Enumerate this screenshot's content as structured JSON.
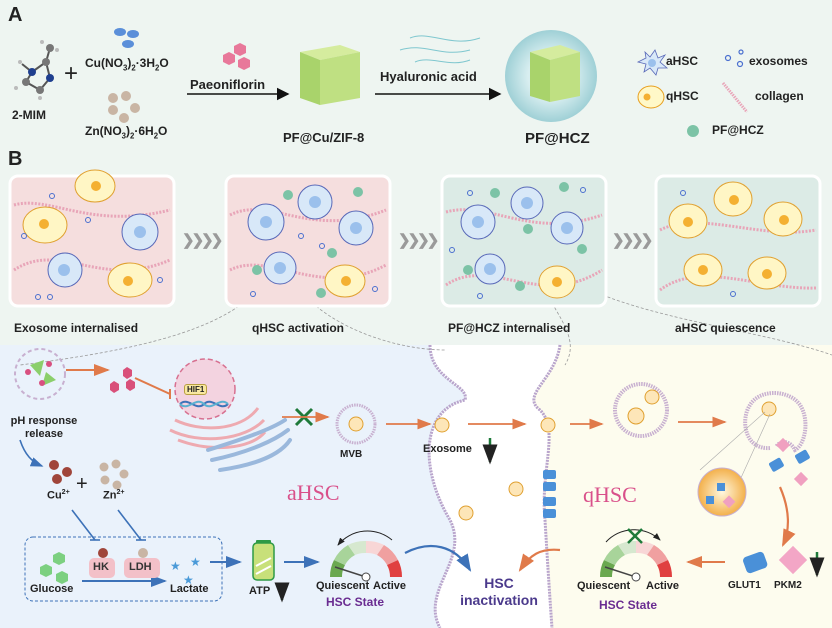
{
  "panel_a": {
    "label": "A",
    "reagents": {
      "mim": "2-MIM",
      "plus": "+",
      "cu_salt": {
        "base": "Cu(NO",
        "sub1": "3",
        "mid": ")",
        "sub2": "2",
        "tail": "·3H",
        "sub3": "2",
        "end": "O"
      },
      "zn_salt": {
        "base": "Zn(NO",
        "sub1": "3",
        "mid": ")",
        "sub2": "2",
        "tail": "·6H",
        "sub3": "2",
        "end": "O"
      }
    },
    "step1_label": "Paeoniflorin",
    "product1": "PF@Cu/ZIF-8",
    "step2_label": "Hyaluronic acid",
    "product2": "PF@HCZ",
    "legend": {
      "ahsc": "aHSC",
      "exosomes": "exosomes",
      "qhsc": "qHSC",
      "collagen": "collagen",
      "pfhcz": "PF@HCZ"
    }
  },
  "panel_b": {
    "label": "B",
    "stages": [
      {
        "caption": "Exosome internalised"
      },
      {
        "caption": "qHSC activation"
      },
      {
        "caption": "PF@HCZ internalised"
      },
      {
        "caption": "aHSC quiescence"
      }
    ],
    "arrow_glyph": "❯❯❯❯"
  },
  "mechanism": {
    "ph_release": [
      "pH response",
      "release"
    ],
    "hif1": "HIF1",
    "cu_ion": {
      "base": "Cu",
      "sup": "2+"
    },
    "zn_ion": {
      "base": "Zn",
      "sup": "2+"
    },
    "plus": "+",
    "hk": "HK",
    "ldh": "LDH",
    "glucose": "Glucose",
    "lactate": "Lactate",
    "atp": "ATP",
    "mvb": "MVB",
    "exosome": "Exosome",
    "ahsc_cell": "aHSC",
    "qhsc_cell": "qHSC",
    "gauge_left": {
      "quiescent": "Quiescent",
      "active": "Active",
      "title": "HSC State"
    },
    "gauge_right": {
      "quiescent": "Quiescent",
      "active": "Active",
      "title": "HSC State"
    },
    "inactivation": [
      "HSC",
      "inactivation"
    ],
    "glut1": "GLUT1",
    "pkm2": "PKM2"
  },
  "colors": {
    "background": "#eef5f1",
    "ahsc_panel": "#eaf2fb",
    "qhsc_panel": "#fdfcee",
    "ahsc_text": "#d9508a",
    "state_title": "#6a2c91",
    "inactivation": "#4b3a8c",
    "down_arrow": "#1e7a3a",
    "orange_arrow": "#e07a4a",
    "blue_arrow": "#3d72b8"
  }
}
